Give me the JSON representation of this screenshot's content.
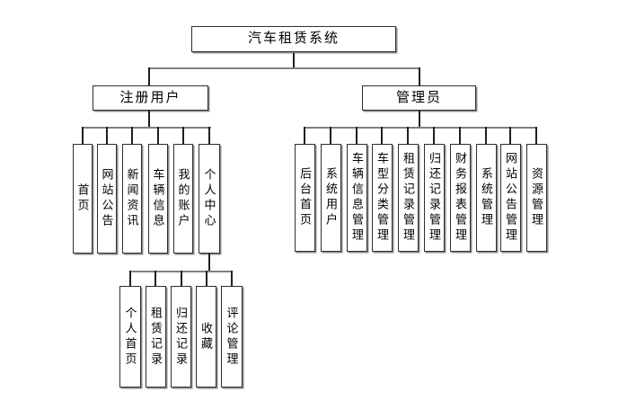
{
  "diagram": {
    "root": "汽车租赁系统",
    "branches": [
      {
        "label": "注册用户",
        "children": [
          "首页",
          "网站公告",
          "新闻资讯",
          "车辆信息",
          "我的账户",
          "个人中心"
        ]
      },
      {
        "label": "管理员",
        "children": [
          "后台首页",
          "系统用户",
          "车辆信息管理",
          "车型分类管理",
          "租赁记录管理",
          "归还记录管理",
          "财务报表管理",
          "系统管理",
          "网站公告管理",
          "资源管理"
        ]
      }
    ],
    "sub_branch": {
      "parent": "个人中心",
      "children": [
        "个人首页",
        "租赁记录",
        "归还记录",
        "收藏",
        "评论管理"
      ]
    }
  },
  "colors": {
    "background": "#ffffff",
    "box_fill": "#ffffff",
    "box_border": "#2e2e2e",
    "box_shadow": "#8c8c8c",
    "connector_horizontal": "#808080",
    "connector_vertical": "#1f1f1f",
    "text": "#000000"
  }
}
